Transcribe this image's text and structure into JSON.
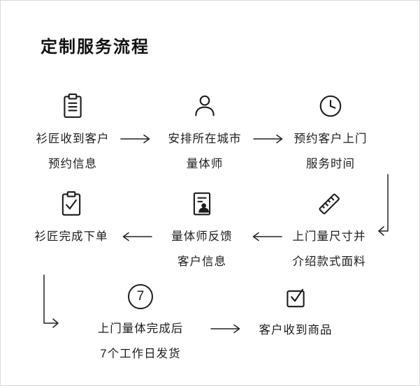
{
  "page": {
    "title": "定制服务流程"
  },
  "colors": {
    "ink": "#1d1d1f",
    "border": "#d9d9d9",
    "background": "#ffffff"
  },
  "steps": [
    {
      "icon": "clipboard-list-icon",
      "line1": "衫匠收到客户",
      "line2": "预约信息"
    },
    {
      "icon": "person-icon",
      "line1": "安排所在城市",
      "line2": "量体师"
    },
    {
      "icon": "clock-icon",
      "line1": "预约客户上门",
      "line2": "服务时间"
    },
    {
      "icon": "ruler-icon",
      "line1": "上门量尺寸并",
      "line2": "介绍款式面料"
    },
    {
      "icon": "document-person-icon",
      "line1": "量体师反馈",
      "line2": "客户信息"
    },
    {
      "icon": "clipboard-check-icon",
      "line1": "衫匠完成下单"
    },
    {
      "icon": "circled-number-icon",
      "badge": "7",
      "line1": "上门量体完成后",
      "line2": "7个工作日发货"
    },
    {
      "icon": "box-check-icon",
      "line1": "客户收到商品"
    }
  ],
  "flow_arrows": [
    {
      "from": 1,
      "to": 2,
      "direction": "right"
    },
    {
      "from": 2,
      "to": 3,
      "direction": "right"
    },
    {
      "from": 3,
      "to": 4,
      "direction": "down-left"
    },
    {
      "from": 4,
      "to": 5,
      "direction": "left"
    },
    {
      "from": 5,
      "to": 6,
      "direction": "left"
    },
    {
      "from": 6,
      "to": 7,
      "direction": "down-right"
    },
    {
      "from": 7,
      "to": 8,
      "direction": "right"
    }
  ]
}
